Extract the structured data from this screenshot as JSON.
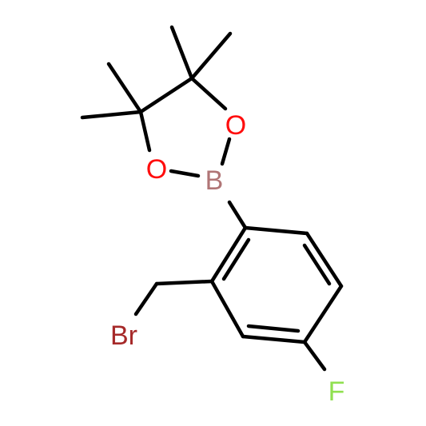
{
  "molecule": {
    "atoms": [
      {
        "id": "O1",
        "symbol": "O",
        "color": "#ff0d0d"
      },
      {
        "id": "O2",
        "symbol": "O",
        "color": "#ff0d0d"
      },
      {
        "id": "B",
        "symbol": "B",
        "color": "#b07576"
      },
      {
        "id": "Br",
        "symbol": "Br",
        "color": "#a62929"
      },
      {
        "id": "F",
        "symbol": "F",
        "color": "#90e050"
      }
    ],
    "bond_color": "#000000"
  }
}
